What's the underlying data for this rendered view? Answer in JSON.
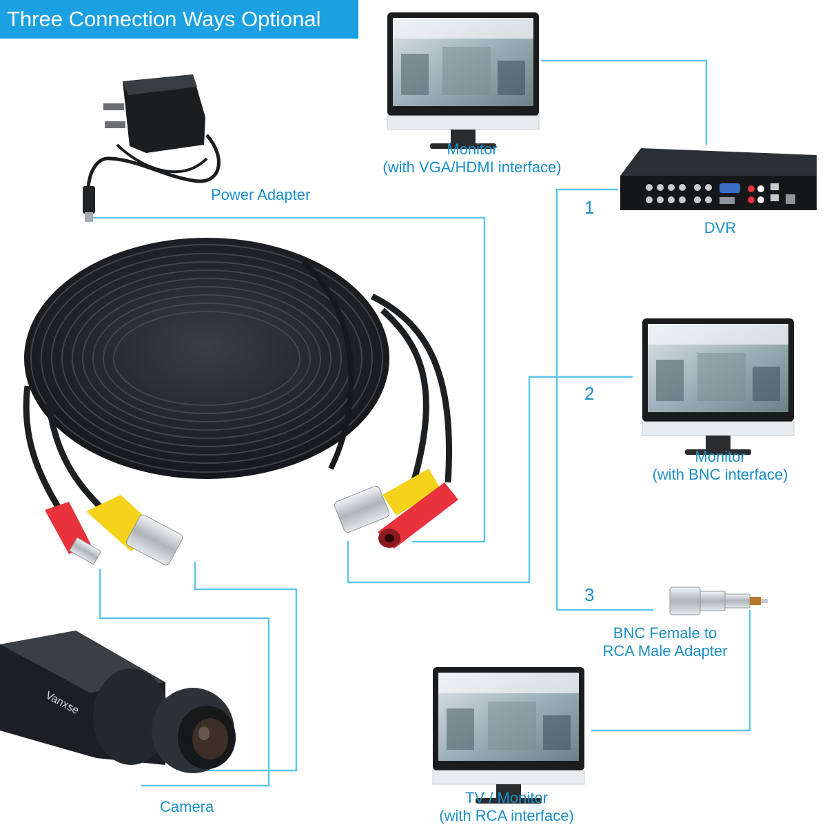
{
  "header": {
    "title": "Three Connection Ways Optional"
  },
  "labels": {
    "power_adapter": "Power Adapter",
    "monitor_vga_line1": "Monitor",
    "monitor_vga_line2": "(with VGA/HDMI interface)",
    "dvr": "DVR",
    "monitor_bnc_line1": "Monitor",
    "monitor_bnc_line2": "(with BNC interface)",
    "adapter_line1": "BNC Female to",
    "adapter_line2": "RCA Male Adapter",
    "tv_line1": "TV / Monitor",
    "tv_line2": "(with RCA interface)",
    "camera": "Camera",
    "camera_brand": "Vanxse"
  },
  "ways": [
    "1",
    "2",
    "3"
  ],
  "colors": {
    "accent": "#1ba1e2",
    "line": "#5cc6ea",
    "label_text": "#1a8fc7",
    "cable": "#2a2d30",
    "power_plug": "#e8323c",
    "video_plug": "#f5d31a",
    "metal": "#c8ccd0"
  }
}
